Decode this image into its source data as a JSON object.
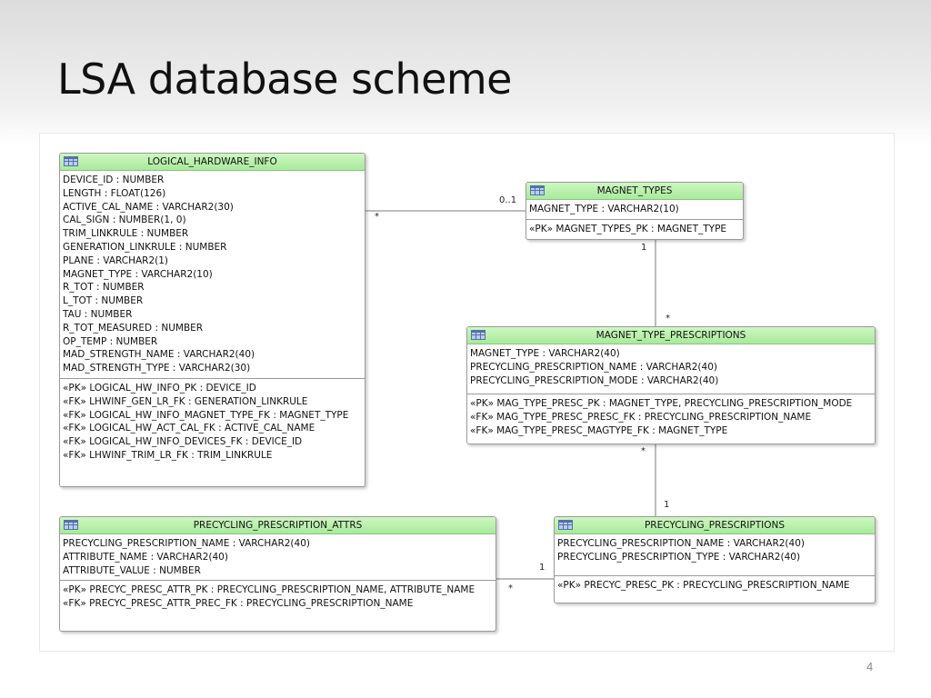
{
  "slide": {
    "title": "LSA database scheme",
    "page_number": "4"
  },
  "entities": {
    "logical_hardware_info": {
      "name": "LOGICAL_HARDWARE_INFO",
      "columns": [
        "DEVICE_ID : NUMBER",
        "LENGTH : FLOAT(126)",
        "ACTIVE_CAL_NAME : VARCHAR2(30)",
        "CAL_SIGN : NUMBER(1, 0)",
        "TRIM_LINKRULE : NUMBER",
        "GENERATION_LINKRULE : NUMBER",
        "PLANE : VARCHAR2(1)",
        "MAGNET_TYPE : VARCHAR2(10)",
        "R_TOT : NUMBER",
        "L_TOT : NUMBER",
        "TAU : NUMBER",
        "R_TOT_MEASURED : NUMBER",
        "OP_TEMP : NUMBER",
        "MAD_STRENGTH_NAME : VARCHAR2(40)",
        "MAD_STRENGTH_TYPE : VARCHAR2(30)"
      ],
      "keys": [
        "«PK» LOGICAL_HW_INFO_PK : DEVICE_ID",
        "«FK» LHWINF_GEN_LR_FK : GENERATION_LINKRULE",
        "«FK» LOGICAL_HW_INFO_MAGNET_TYPE_FK : MAGNET_TYPE",
        "«FK» LOGICAL_HW_ACT_CAL_FK : ACTIVE_CAL_NAME",
        "«FK» LOGICAL_HW_INFO_DEVICES_FK : DEVICE_ID",
        "«FK» LHWINF_TRIM_LR_FK : TRIM_LINKRULE"
      ]
    },
    "magnet_types": {
      "name": "MAGNET_TYPES",
      "columns": [
        "MAGNET_TYPE : VARCHAR2(10)"
      ],
      "keys": [
        "«PK» MAGNET_TYPES_PK : MAGNET_TYPE"
      ]
    },
    "magnet_type_prescriptions": {
      "name": "MAGNET_TYPE_PRESCRIPTIONS",
      "columns": [
        "MAGNET_TYPE : VARCHAR2(40)",
        "PRECYCLING_PRESCRIPTION_NAME : VARCHAR2(40)",
        "PRECYCLING_PRESCRIPTION_MODE : VARCHAR2(40)"
      ],
      "keys": [
        "«PK» MAG_TYPE_PRESC_PK : MAGNET_TYPE, PRECYCLING_PRESCRIPTION_MODE",
        "«FK» MAG_TYPE_PRESC_PRESC_FK : PRECYCLING_PRESCRIPTION_NAME",
        "«FK» MAG_TYPE_PRESC_MAGTYPE_FK : MAGNET_TYPE"
      ]
    },
    "precycling_prescription_attrs": {
      "name": "PRECYCLING_PRESCRIPTION_ATTRS",
      "columns": [
        "PRECYCLING_PRESCRIPTION_NAME : VARCHAR2(40)",
        "ATTRIBUTE_NAME : VARCHAR2(40)",
        "ATTRIBUTE_VALUE : NUMBER"
      ],
      "keys": [
        "«PK» PRECYC_PRESC_ATTR_PK : PRECYCLING_PRESCRIPTION_NAME, ATTRIBUTE_NAME",
        "«FK» PRECYC_PRESC_ATTR_PREC_FK : PRECYCLING_PRESCRIPTION_NAME"
      ]
    },
    "precycling_prescriptions": {
      "name": "PRECYCLING_PRESCRIPTIONS",
      "columns": [
        "PRECYCLING_PRESCRIPTION_NAME : VARCHAR2(40)",
        "PRECYCLING_PRESCRIPTION_TYPE : VARCHAR2(40)"
      ],
      "keys": [
        "«PK» PRECYC_PRESC_PK : PRECYCLING_PRESCRIPTION_NAME"
      ]
    }
  },
  "relationships": {
    "lhi_magnet_types": {
      "from_mult": "*",
      "to_mult": "0..1"
    },
    "magnet_types_mtp": {
      "from_mult": "1",
      "to_mult": "*"
    },
    "mtp_prescriptions": {
      "from_mult": "*",
      "to_mult": "1"
    },
    "attrs_prescriptions": {
      "from_mult": "*",
      "to_mult": "1"
    }
  },
  "colors": {
    "header_green": "#a8ea9a",
    "border": "#9a9a9a",
    "connector": "#7a7a7a"
  }
}
